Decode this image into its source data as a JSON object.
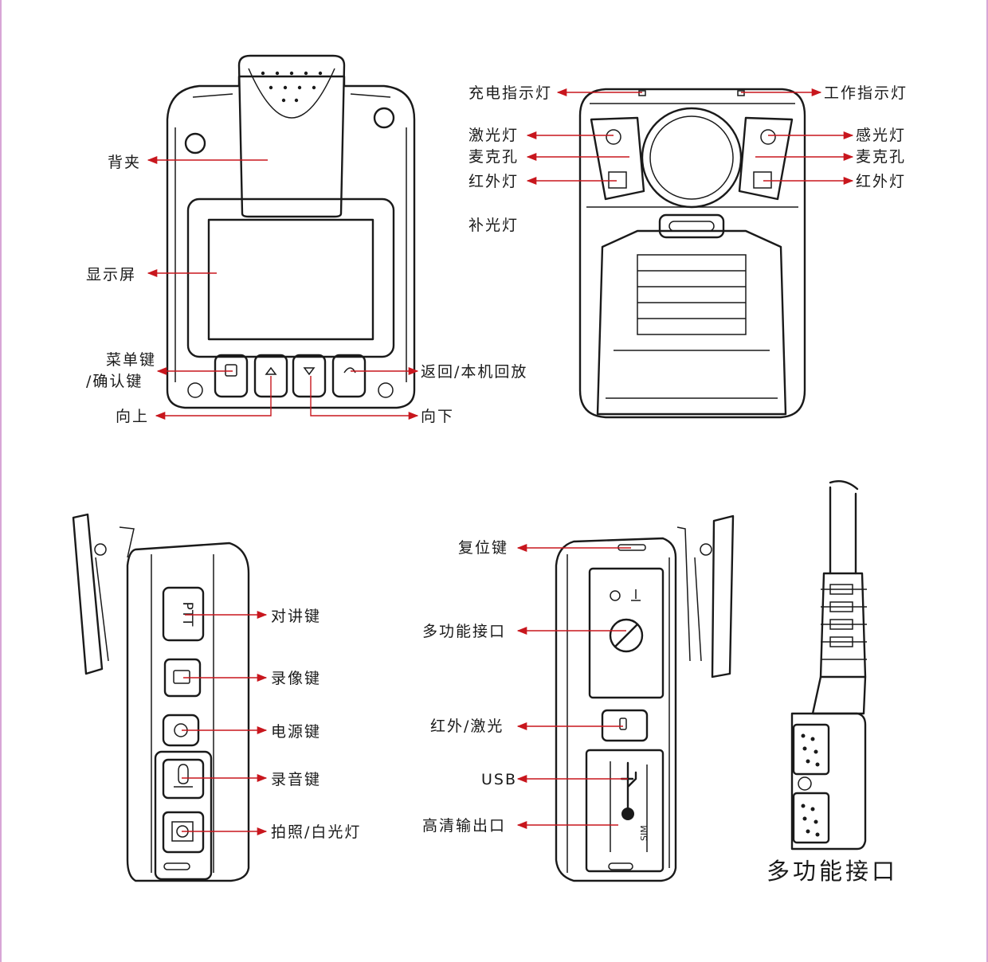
{
  "colors": {
    "arrow": "#c8161d",
    "frame": "#d8a6d6",
    "line": "#1a1a1a"
  },
  "front": {
    "back_clip": "背夹",
    "display": "显示屏",
    "menu_key_1": "菜单键",
    "menu_key_2": "/确认键",
    "back_key": "返回/本机回放",
    "up": "向上",
    "down": "向下"
  },
  "rear": {
    "charge_led": "充电指示灯",
    "work_led": "工作指示灯",
    "laser_light": "激光灯",
    "light_sensor": "感光灯",
    "mic_left": "麦克孔",
    "mic_right": "麦克孔",
    "ir_left": "红外灯",
    "ir_right": "红外灯",
    "fill_light": "补光灯"
  },
  "side_left": {
    "ptt_button_text": "PTT",
    "talk_key": "对讲键",
    "video_key": "录像键",
    "power_key": "电源键",
    "audio_key": "录音键",
    "photo_key": "拍照/白光灯"
  },
  "side_right": {
    "reset_key": "复位键",
    "multi_port": "多功能接口",
    "ir_laser": "红外/激光",
    "usb": "USB",
    "hd_out": "高清输出口",
    "sim_text": "SIM"
  },
  "cable": {
    "caption": "多功能接口"
  }
}
